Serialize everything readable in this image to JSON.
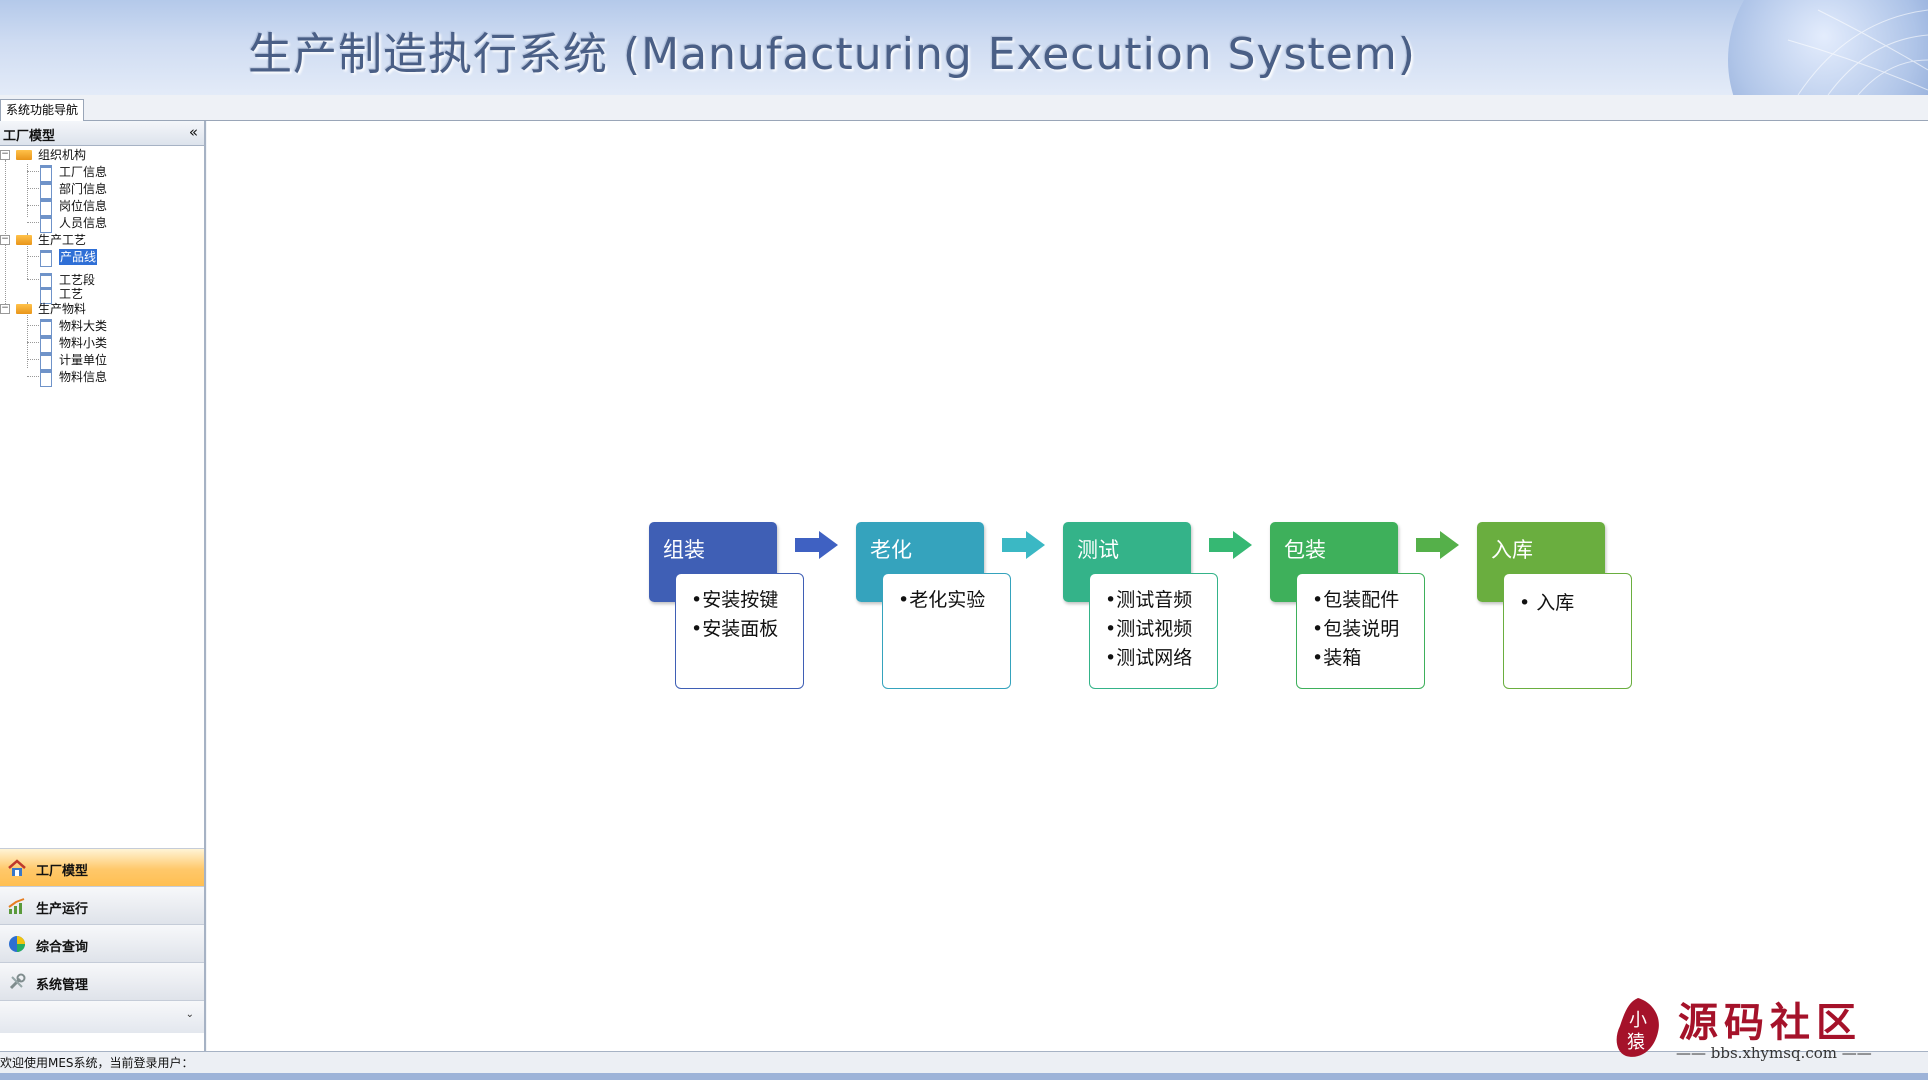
{
  "header": {
    "title": "生产制造执行系统 (Manufacturing Execution System)"
  },
  "tabs": [
    {
      "label": "系统功能导航"
    }
  ],
  "left_panel": {
    "title": "工厂模型",
    "collapse_glyph": "«",
    "tree": [
      {
        "label": "组织机构",
        "expanded": true,
        "children": [
          "工厂信息",
          "部门信息",
          "岗位信息",
          "人员信息"
        ]
      },
      {
        "label": "生产工艺",
        "expanded": true,
        "children": [
          "产品线",
          "工艺段",
          "工艺"
        ],
        "selected_child": "产品线"
      },
      {
        "label": "生产物料",
        "expanded": true,
        "children": [
          "物料大类",
          "物料小类",
          "计量单位",
          "物料信息"
        ]
      }
    ],
    "accordion": [
      {
        "label": "工厂模型",
        "icon": "house-icon",
        "active": true
      },
      {
        "label": "生产运行",
        "icon": "chart-growth-icon",
        "active": false
      },
      {
        "label": "综合查询",
        "icon": "pie-globe-icon",
        "active": false
      },
      {
        "label": "系统管理",
        "icon": "tools-icon",
        "active": false
      }
    ],
    "accordion_more_glyph": "⌄"
  },
  "process_flow": {
    "stages": [
      {
        "title": "组装",
        "color": "#3f5fb5",
        "items": [
          "•安装按键",
          "•安装面板"
        ]
      },
      {
        "title": "老化",
        "color": "#35a3bd",
        "items": [
          "•老化实验"
        ]
      },
      {
        "title": "测试",
        "color": "#34b389",
        "items": [
          "•测试音频",
          "•测试视频",
          "•测试网络"
        ]
      },
      {
        "title": "包装",
        "color": "#3eb05b",
        "items": [
          "•包装配件",
          "•包装说明",
          "•装箱"
        ]
      },
      {
        "title": "入库",
        "color": "#6aae3f",
        "items": [
          "• 入库"
        ]
      }
    ],
    "arrow_colors": [
      "#3f61c2",
      "#3bb8c4",
      "#36b873",
      "#55b04a"
    ]
  },
  "status_bar": {
    "text": "欢迎使用MES系统，当前登录用户："
  },
  "watermark": {
    "title": "源码社区",
    "url": "—— bbs.xhymsq.com ——",
    "seal_text": "小猿"
  }
}
